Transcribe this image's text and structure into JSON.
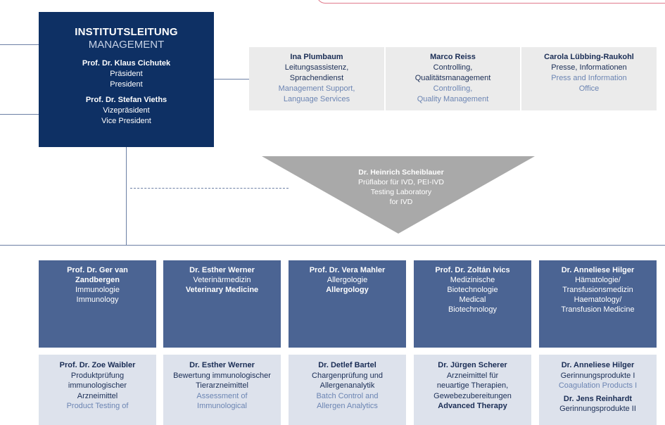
{
  "management": {
    "title_de": "INSTITUTSLEITUNG",
    "title_en": "MANAGEMENT",
    "president_name": "Prof. Dr. Klaus Cichutek",
    "president_de": "Präsident",
    "president_en": "President",
    "vice_name": "Prof. Dr. Stefan Vieths",
    "vice_de": "Vizepräsident",
    "vice_en": "Vice President"
  },
  "staff": [
    {
      "name": "Ina Plumbaum",
      "de1": "Leitungsassistenz,",
      "de2": "Sprachendienst",
      "en1": "Management Support,",
      "en2": "Language Services"
    },
    {
      "name": "Marco Reiss",
      "de1": "Controlling,",
      "de2": "Qualitätsmanagement",
      "en1": "Controlling,",
      "en2": "Quality Management"
    },
    {
      "name": "Carola Lübbing-Raukohl",
      "de1": "Presse, Informationen",
      "en1": "Press and Information",
      "en2": "Office"
    }
  ],
  "testing_lab": {
    "name": "Dr. Heinrich Scheiblauer",
    "line1": "Prüflabor für IVD, PEI-IVD",
    "line2": "Testing Laboratory",
    "line3": "for IVD"
  },
  "departments": [
    {
      "name1": "Prof. Dr. Ger van",
      "name2": "Zandbergen",
      "de": "Immunologie",
      "en1": "Immunology"
    },
    {
      "name1": "Dr. Esther Werner",
      "de": "Veterinärmedizin",
      "en1": "Veterinary Medicine"
    },
    {
      "name1": "Prof. Dr. Vera Mahler",
      "de": "Allergologie",
      "en1": "Allergology"
    },
    {
      "name1": "Prof. Dr. Zoltán Ivics",
      "de1": "Medizinische",
      "de2": "Biotechnologie",
      "en1": "Medical",
      "en2": "Biotechnology"
    },
    {
      "name1": "Dr. Anneliese Hilger",
      "de1": "Hämatologie/",
      "de2": "Transfusionsmedizin",
      "en1": "Haematology/",
      "en2": "Transfusion Medicine"
    }
  ],
  "subunits": [
    {
      "name": "Prof. Dr. Zoe Waibler",
      "de1": "Produktprüfung",
      "de2": "immunologischer",
      "de3": "Arzneimittel",
      "en1": "Product Testing of"
    },
    {
      "name": "Dr. Esther Werner",
      "de1": "Bewertung immunologischer",
      "de2": "Tierarzneimittel",
      "en1": "Assessment of",
      "en2": "Immunological"
    },
    {
      "name": "Dr. Detlef Bartel",
      "de1": "Chargenprüfung und",
      "de2": "Allergenanalytik",
      "en1": "Batch Control and",
      "en2": "Allergen Analytics"
    },
    {
      "name": "Dr. Jürgen Scherer",
      "de1": "Arzneimittel für",
      "de2": "neuartige Therapien,",
      "de3": "Gewebezubereitungen",
      "en1": "Advanced Therapy"
    },
    {
      "name": "Dr. Anneliese Hilger",
      "de1": "Gerinnungsprodukte I",
      "en1": "Coagulation Products I",
      "name2": "Dr. Jens Reinhardt",
      "de2": "Gerinnungsprodukte II"
    }
  ],
  "colors": {
    "management_bg": "#0e3064",
    "staff_bg": "#ebebeb",
    "triangle": "#a9a9a9",
    "department_bg": "#4b6493",
    "subunit_bg": "#dde2ec",
    "line": "#6c7fa4",
    "frame_border": "#e07a8c"
  }
}
